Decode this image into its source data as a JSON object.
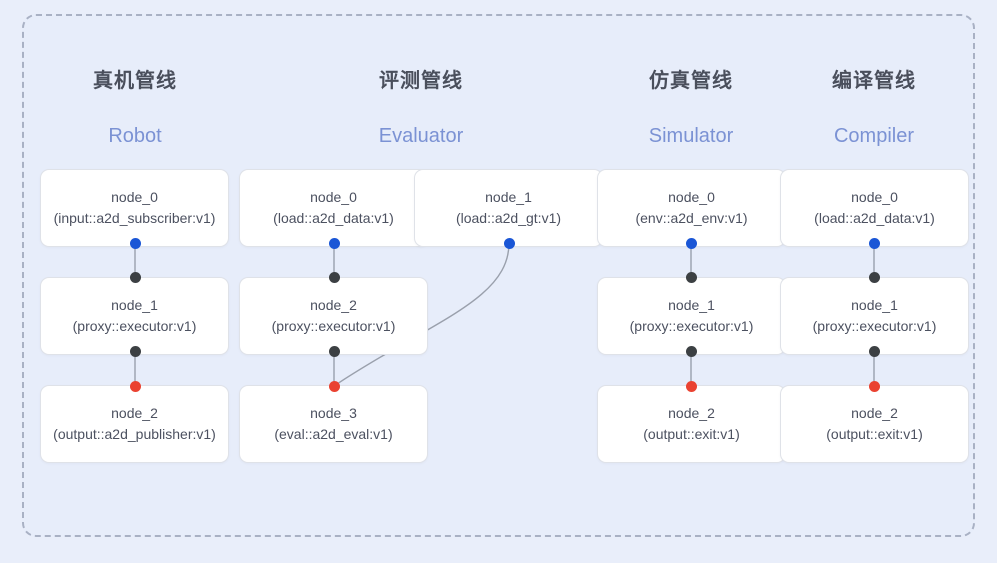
{
  "diagram": {
    "background_color": "#e9eefa",
    "frame_color": "#a9b1c4",
    "port_colors": {
      "source": "#1a56d6",
      "relay": "#3c4043",
      "sink": "#ea4231"
    },
    "accent_color": "#7b92d4",
    "title_color": "#4a4f5c"
  },
  "columns": [
    {
      "title": "真机管线",
      "subtitle": "Robot",
      "nodes": [
        {
          "name": "node_0",
          "spec": "(input::a2d_subscriber:v1)",
          "row": 0
        },
        {
          "name": "node_1",
          "spec": "(proxy::executor:v1)",
          "row": 1
        },
        {
          "name": "node_2",
          "spec": "(output::a2d_publisher:v1)",
          "row": 2
        }
      ]
    },
    {
      "title": "评测管线",
      "subtitle": "Evaluator",
      "nodes": [
        {
          "name": "node_0",
          "spec": "(load::a2d_data:v1)",
          "row": 0
        },
        {
          "name": "node_1",
          "spec": "(load::a2d_gt:v1)",
          "row": 0
        },
        {
          "name": "node_2",
          "spec": "(proxy::executor:v1)",
          "row": 1
        },
        {
          "name": "node_3",
          "spec": "(eval::a2d_eval:v1)",
          "row": 2
        }
      ]
    },
    {
      "title": "仿真管线",
      "subtitle": "Simulator",
      "nodes": [
        {
          "name": "node_0",
          "spec": "(env::a2d_env:v1)",
          "row": 0
        },
        {
          "name": "node_1",
          "spec": "(proxy::executor:v1)",
          "row": 1
        },
        {
          "name": "node_2",
          "spec": "(output::exit:v1)",
          "row": 2
        }
      ]
    },
    {
      "title": "编译管线",
      "subtitle": "Compiler",
      "nodes": [
        {
          "name": "node_0",
          "spec": "(load::a2d_data:v1)",
          "row": 0
        },
        {
          "name": "node_1",
          "spec": "(proxy::executor:v1)",
          "row": 1
        },
        {
          "name": "node_2",
          "spec": "(output::exit:v1)",
          "row": 2
        }
      ]
    }
  ]
}
